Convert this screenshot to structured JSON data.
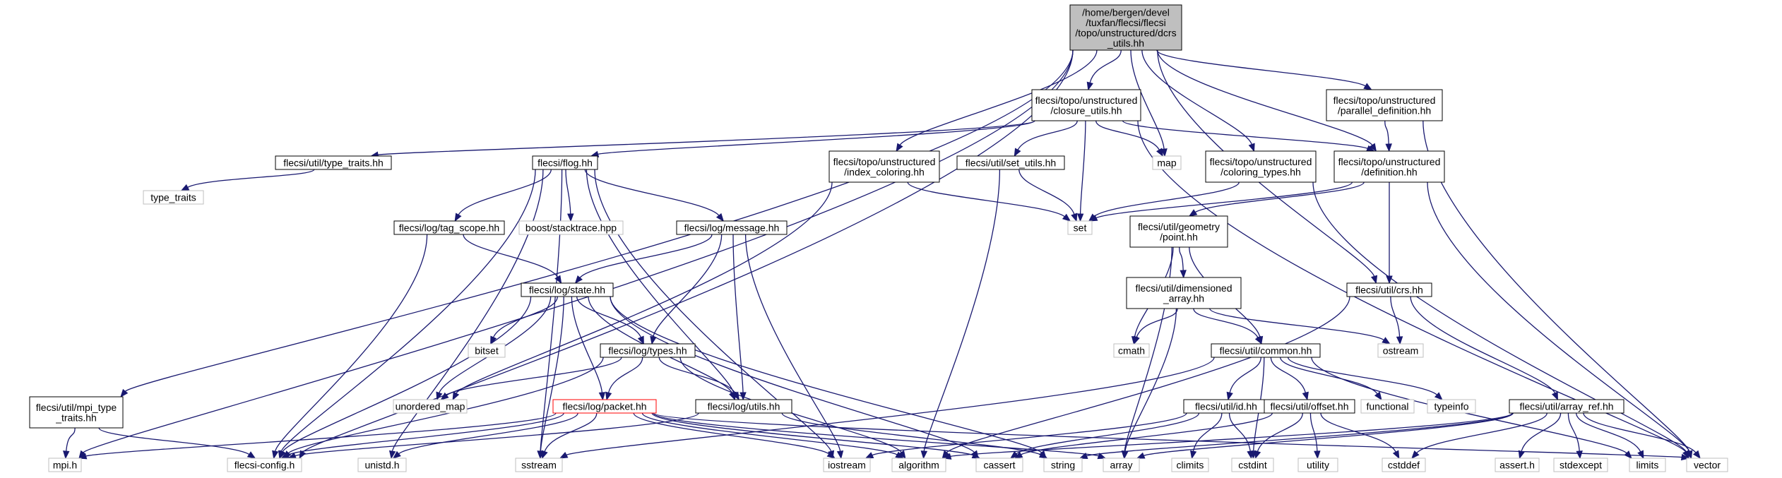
{
  "colors": {
    "edge": "#191970",
    "root_fill": "#bfbfbf",
    "local_border": "#000000",
    "external_border": "#bfbfbf",
    "highlight_border": "#ff0000"
  },
  "nodes": [
    {
      "id": "root",
      "label": [
        "/home/bergen/devel",
        "/tuxfan/flecsi/flecsi",
        "/topo/unstructured/dcrs",
        "_utils.hh"
      ],
      "kind": "root"
    },
    {
      "id": "mpi_h",
      "label": [
        "mpi.h"
      ],
      "kind": "external"
    },
    {
      "id": "mpi_type_traits",
      "label": [
        "flecsi/util/mpi_type",
        "_traits.hh"
      ],
      "kind": "local"
    },
    {
      "id": "flecsi_config",
      "label": [
        "flecsi-config.h"
      ],
      "kind": "external"
    },
    {
      "id": "closure_utils",
      "label": [
        "flecsi/topo/unstructured",
        "/closure_utils.hh"
      ],
      "kind": "local"
    },
    {
      "id": "parallel_definition",
      "label": [
        "flecsi/topo/unstructured",
        "/parallel_definition.hh"
      ],
      "kind": "local"
    },
    {
      "id": "index_coloring",
      "label": [
        "flecsi/topo/unstructured",
        "/index_coloring.hh"
      ],
      "kind": "local"
    },
    {
      "id": "map",
      "label": [
        "map"
      ],
      "kind": "external"
    },
    {
      "id": "coloring_types",
      "label": [
        "flecsi/topo/unstructured",
        "/coloring_types.hh"
      ],
      "kind": "local"
    },
    {
      "id": "definition",
      "label": [
        "flecsi/topo/unstructured",
        "/definition.hh"
      ],
      "kind": "local"
    },
    {
      "id": "type_traits_hh",
      "label": [
        "flecsi/util/type_traits.hh"
      ],
      "kind": "local"
    },
    {
      "id": "flog",
      "label": [
        "flecsi/flog.hh"
      ],
      "kind": "local"
    },
    {
      "id": "set_utils",
      "label": [
        "flecsi/util/set_utils.hh"
      ],
      "kind": "local"
    },
    {
      "id": "type_traits",
      "label": [
        "type_traits"
      ],
      "kind": "external"
    },
    {
      "id": "stacktrace",
      "label": [
        "boost/stacktrace.hpp"
      ],
      "kind": "external"
    },
    {
      "id": "set",
      "label": [
        "set"
      ],
      "kind": "external"
    },
    {
      "id": "tag_scope",
      "label": [
        "flecsi/log/tag_scope.hh"
      ],
      "kind": "local"
    },
    {
      "id": "message",
      "label": [
        "flecsi/log/message.hh"
      ],
      "kind": "local"
    },
    {
      "id": "point",
      "label": [
        "flecsi/util/geometry",
        "/point.hh"
      ],
      "kind": "local"
    },
    {
      "id": "state",
      "label": [
        "flecsi/log/state.hh"
      ],
      "kind": "local"
    },
    {
      "id": "dimensioned_array",
      "label": [
        "flecsi/util/dimensioned",
        "_array.hh"
      ],
      "kind": "local"
    },
    {
      "id": "crs",
      "label": [
        "flecsi/util/crs.hh"
      ],
      "kind": "local"
    },
    {
      "id": "bitset",
      "label": [
        "bitset"
      ],
      "kind": "external"
    },
    {
      "id": "cmath",
      "label": [
        "cmath"
      ],
      "kind": "external"
    },
    {
      "id": "ostream",
      "label": [
        "ostream"
      ],
      "kind": "external"
    },
    {
      "id": "log_types",
      "label": [
        "flecsi/log/types.hh"
      ],
      "kind": "local"
    },
    {
      "id": "common",
      "label": [
        "flecsi/util/common.hh"
      ],
      "kind": "local"
    },
    {
      "id": "unordered_map",
      "label": [
        "unordered_map"
      ],
      "kind": "external"
    },
    {
      "id": "id_hh",
      "label": [
        "flecsi/util/id.hh"
      ],
      "kind": "local"
    },
    {
      "id": "offset",
      "label": [
        "flecsi/util/offset.hh"
      ],
      "kind": "local"
    },
    {
      "id": "functional",
      "label": [
        "functional"
      ],
      "kind": "external"
    },
    {
      "id": "typeinfo",
      "label": [
        "typeinfo"
      ],
      "kind": "external"
    },
    {
      "id": "array_ref",
      "label": [
        "flecsi/util/array_ref.hh"
      ],
      "kind": "local"
    },
    {
      "id": "packet",
      "label": [
        "flecsi/log/packet.hh"
      ],
      "kind": "highlight"
    },
    {
      "id": "log_utils",
      "label": [
        "flecsi/log/utils.hh"
      ],
      "kind": "local"
    },
    {
      "id": "unistd",
      "label": [
        "unistd.h"
      ],
      "kind": "external"
    },
    {
      "id": "sstream",
      "label": [
        "sstream"
      ],
      "kind": "external"
    },
    {
      "id": "iostream",
      "label": [
        "iostream"
      ],
      "kind": "external"
    },
    {
      "id": "algorithm",
      "label": [
        "algorithm"
      ],
      "kind": "external"
    },
    {
      "id": "cassert",
      "label": [
        "cassert"
      ],
      "kind": "external"
    },
    {
      "id": "string",
      "label": [
        "string"
      ],
      "kind": "external"
    },
    {
      "id": "array",
      "label": [
        "array"
      ],
      "kind": "external"
    },
    {
      "id": "climits",
      "label": [
        "climits"
      ],
      "kind": "external"
    },
    {
      "id": "cstdint",
      "label": [
        "cstdint"
      ],
      "kind": "external"
    },
    {
      "id": "utility",
      "label": [
        "utility"
      ],
      "kind": "external"
    },
    {
      "id": "cstddef",
      "label": [
        "cstddef"
      ],
      "kind": "external"
    },
    {
      "id": "assert_h",
      "label": [
        "assert.h"
      ],
      "kind": "external"
    },
    {
      "id": "stdexcept",
      "label": [
        "stdexcept"
      ],
      "kind": "external"
    },
    {
      "id": "limits",
      "label": [
        "limits"
      ],
      "kind": "external"
    },
    {
      "id": "vector",
      "label": [
        "vector"
      ],
      "kind": "external"
    }
  ],
  "edges": [
    [
      "root",
      "mpi_h"
    ],
    [
      "root",
      "mpi_type_traits"
    ],
    [
      "root",
      "flecsi_config"
    ],
    [
      "root",
      "closure_utils"
    ],
    [
      "root",
      "parallel_definition"
    ],
    [
      "root",
      "index_coloring"
    ],
    [
      "root",
      "map"
    ],
    [
      "root",
      "coloring_types"
    ],
    [
      "root",
      "definition"
    ],
    [
      "root",
      "crs"
    ],
    [
      "mpi_type_traits",
      "mpi_h"
    ],
    [
      "mpi_type_traits",
      "flecsi_config"
    ],
    [
      "closure_utils",
      "type_traits_hh"
    ],
    [
      "closure_utils",
      "flog"
    ],
    [
      "closure_utils",
      "set_utils"
    ],
    [
      "closure_utils",
      "map"
    ],
    [
      "closure_utils",
      "set"
    ],
    [
      "closure_utils",
      "definition"
    ],
    [
      "closure_utils",
      "vector"
    ],
    [
      "parallel_definition",
      "definition"
    ],
    [
      "parallel_definition",
      "vector"
    ],
    [
      "index_coloring",
      "set"
    ],
    [
      "index_coloring",
      "unordered_map"
    ],
    [
      "coloring_types",
      "set"
    ],
    [
      "coloring_types",
      "vector"
    ],
    [
      "definition",
      "set"
    ],
    [
      "definition",
      "point"
    ],
    [
      "definition",
      "crs"
    ],
    [
      "definition",
      "vector"
    ],
    [
      "type_traits_hh",
      "type_traits"
    ],
    [
      "flog",
      "flecsi_config"
    ],
    [
      "flog",
      "stacktrace"
    ],
    [
      "flog",
      "tag_scope"
    ],
    [
      "flog",
      "message"
    ],
    [
      "flog",
      "log_utils"
    ],
    [
      "flog",
      "unistd"
    ],
    [
      "flog",
      "sstream"
    ],
    [
      "flog",
      "iostream"
    ],
    [
      "set_utils",
      "set"
    ],
    [
      "set_utils",
      "algorithm"
    ],
    [
      "tag_scope",
      "state"
    ],
    [
      "tag_scope",
      "flecsi_config"
    ],
    [
      "message",
      "state"
    ],
    [
      "message",
      "log_types"
    ],
    [
      "message",
      "log_utils"
    ],
    [
      "message",
      "iostream"
    ],
    [
      "point",
      "dimensioned_array"
    ],
    [
      "point",
      "common"
    ],
    [
      "point",
      "cmath"
    ],
    [
      "point",
      "array"
    ],
    [
      "state",
      "flecsi_config"
    ],
    [
      "state",
      "bitset"
    ],
    [
      "state",
      "unordered_map"
    ],
    [
      "state",
      "log_types"
    ],
    [
      "state",
      "packet"
    ],
    [
      "state",
      "log_utils"
    ],
    [
      "state",
      "sstream"
    ],
    [
      "state",
      "cassert"
    ],
    [
      "state",
      "string"
    ],
    [
      "dimensioned_array",
      "common"
    ],
    [
      "dimensioned_array",
      "cmath"
    ],
    [
      "dimensioned_array",
      "ostream"
    ],
    [
      "dimensioned_array",
      "array"
    ],
    [
      "crs",
      "ostream"
    ],
    [
      "crs",
      "array_ref"
    ],
    [
      "crs",
      "algorithm"
    ],
    [
      "log_types",
      "unordered_map"
    ],
    [
      "log_types",
      "packet"
    ],
    [
      "log_types",
      "log_utils"
    ],
    [
      "log_types",
      "flecsi_config"
    ],
    [
      "log_types",
      "algorithm"
    ],
    [
      "common",
      "id_hh"
    ],
    [
      "common",
      "offset"
    ],
    [
      "common",
      "functional"
    ],
    [
      "common",
      "typeinfo"
    ],
    [
      "common",
      "sstream"
    ],
    [
      "common",
      "cstdint"
    ],
    [
      "common",
      "limits"
    ],
    [
      "packet",
      "flecsi_config"
    ],
    [
      "packet",
      "mpi_h"
    ],
    [
      "packet",
      "unistd"
    ],
    [
      "packet",
      "sstream"
    ],
    [
      "packet",
      "iostream"
    ],
    [
      "packet",
      "algorithm"
    ],
    [
      "packet",
      "cassert"
    ],
    [
      "packet",
      "array"
    ],
    [
      "packet",
      "vector"
    ],
    [
      "log_utils",
      "flecsi_config"
    ],
    [
      "log_utils",
      "string"
    ],
    [
      "id_hh",
      "iostream"
    ],
    [
      "id_hh",
      "cassert"
    ],
    [
      "id_hh",
      "climits"
    ],
    [
      "id_hh",
      "cstdint"
    ],
    [
      "offset",
      "cassert"
    ],
    [
      "offset",
      "cstdint"
    ],
    [
      "offset",
      "cstddef"
    ],
    [
      "offset",
      "utility"
    ],
    [
      "array_ref",
      "string"
    ],
    [
      "array_ref",
      "array"
    ],
    [
      "array_ref",
      "cstddef"
    ],
    [
      "array_ref",
      "assert_h"
    ],
    [
      "array_ref",
      "stdexcept"
    ],
    [
      "array_ref",
      "limits"
    ],
    [
      "array_ref",
      "vector"
    ],
    [
      "array_ref",
      "algorithm"
    ]
  ]
}
